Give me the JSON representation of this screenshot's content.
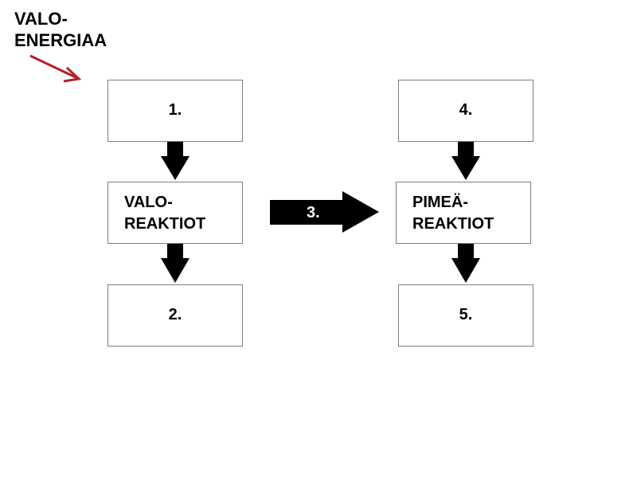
{
  "source_label": "VALO-\nENERGIAA",
  "boxes": {
    "b1": "1.",
    "b2": "2.",
    "light_reactions": "VALO-\nREAKTIOT",
    "b4": "4.",
    "b5": "5.",
    "dark_reactions": "PIMEÄ-\nREAKTIOT"
  },
  "big_arrow_label": "3.",
  "colors": {
    "source_arrow": "#b3202a",
    "arrow_fill": "#000000",
    "box_border": "#7f7f7f"
  }
}
